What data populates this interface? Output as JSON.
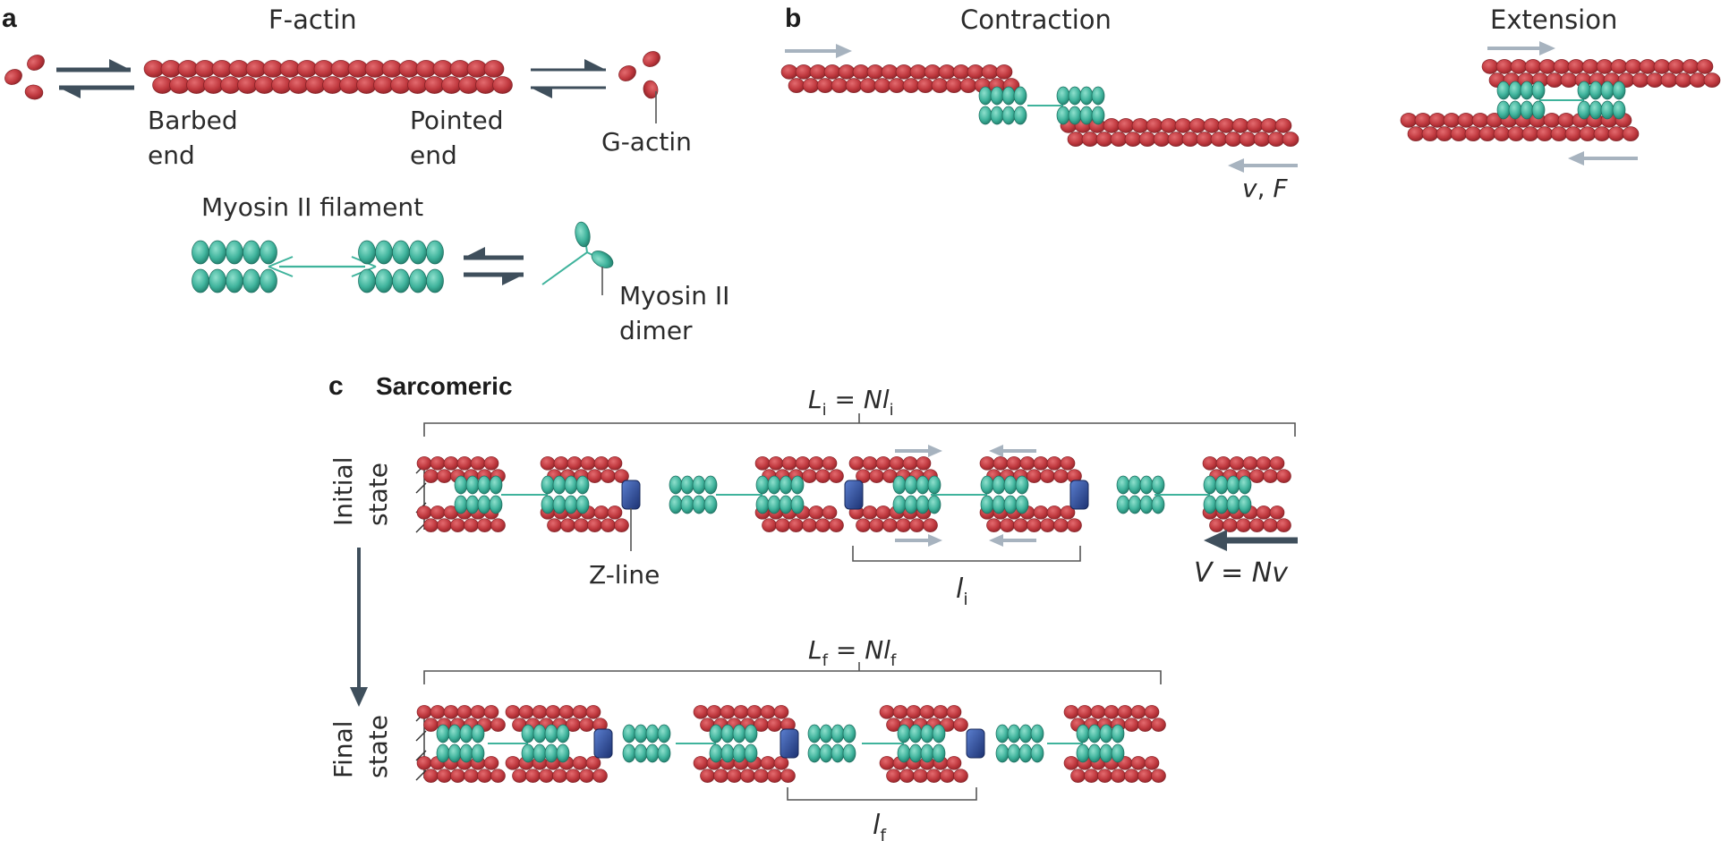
{
  "panels": {
    "a": "a",
    "b": "b",
    "c": "c"
  },
  "panel_a": {
    "factin_label": "F-actin",
    "barbed_end": [
      "Barbed",
      "end"
    ],
    "pointed_end": [
      "Pointed",
      "end"
    ],
    "gactin_label": "G-actin",
    "myosin_filament_label": "Myosin II filament",
    "myosin_dimer_label": [
      "Myosin II",
      "dimer"
    ]
  },
  "panel_b": {
    "contraction_label": "Contraction",
    "extension_label": "Extension",
    "velocity_force_v": "v",
    "velocity_force_sep": ", ",
    "velocity_force_f": "F"
  },
  "panel_c": {
    "title": "Sarcomeric",
    "initial_state": [
      "Initial",
      "state"
    ],
    "final_state": [
      "Final",
      "state"
    ],
    "li_eq": {
      "L": "L",
      "L_sub": "i",
      "eq": " = ",
      "N": "N",
      "l": "l",
      "l_sub": "i"
    },
    "lf_eq": {
      "L": "L",
      "L_sub": "f",
      "eq": " = ",
      "N": "N",
      "l": "l",
      "l_sub": "f"
    },
    "z_line_label": "Z-line",
    "li_label": {
      "l": "l",
      "sub": "i"
    },
    "lf_label": {
      "l": "l",
      "sub": "f"
    },
    "velocity_eq": {
      "V": "V",
      "eq": " = ",
      "N": "N",
      "v": "v"
    }
  },
  "colors": {
    "actin": "#c0393f",
    "actin_stroke": "#7d1d22",
    "myosin": "#3fb39c",
    "myosin_stroke": "#1d6e5f",
    "zline": "#2c4d9a",
    "dark_arrow": "#3f4f5c",
    "light_arrow": "#a7b3bf",
    "bracket": "#555555"
  }
}
